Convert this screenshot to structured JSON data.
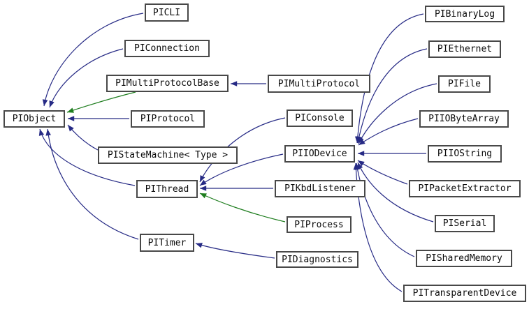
{
  "diagram": {
    "kind": "class-inheritance-graph",
    "colors": {
      "public_inheritance": "#262a85",
      "protected_inheritance": "#1e7d1e",
      "node_border": "#484848",
      "node_background": "#ffffff",
      "text": "#0a0a0a"
    }
  },
  "nodes": [
    {
      "id": "PIObject",
      "label": "PIObject"
    },
    {
      "id": "PICLI",
      "label": "PICLI"
    },
    {
      "id": "PIConnection",
      "label": "PIConnection"
    },
    {
      "id": "PIMultiProtocolBase",
      "label": "PIMultiProtocolBase"
    },
    {
      "id": "PIProtocol",
      "label": "PIProtocol"
    },
    {
      "id": "PIStateMachine",
      "label": "PIStateMachine< Type >"
    },
    {
      "id": "PIThread",
      "label": "PIThread"
    },
    {
      "id": "PITimer",
      "label": "PITimer"
    },
    {
      "id": "PIMultiProtocol",
      "label": "PIMultiProtocol"
    },
    {
      "id": "PIConsole",
      "label": "PIConsole"
    },
    {
      "id": "PIIODevice",
      "label": "PIIODevice"
    },
    {
      "id": "PIKbdListener",
      "label": "PIKbdListener"
    },
    {
      "id": "PIProcess",
      "label": "PIProcess"
    },
    {
      "id": "PIDiagnostics",
      "label": "PIDiagnostics"
    },
    {
      "id": "PIBinaryLog",
      "label": "PIBinaryLog"
    },
    {
      "id": "PIEthernet",
      "label": "PIEthernet"
    },
    {
      "id": "PIFile",
      "label": "PIFile"
    },
    {
      "id": "PIIOByteArray",
      "label": "PIIOByteArray"
    },
    {
      "id": "PIIOString",
      "label": "PIIOString"
    },
    {
      "id": "PIPacketExtractor",
      "label": "PIPacketExtractor"
    },
    {
      "id": "PISerial",
      "label": "PISerial"
    },
    {
      "id": "PISharedMemory",
      "label": "PISharedMemory"
    },
    {
      "id": "PITransparentDevice",
      "label": "PITransparentDevice"
    }
  ],
  "edges": [
    {
      "from": "PICLI",
      "to": "PIObject",
      "type": "public"
    },
    {
      "from": "PIConnection",
      "to": "PIObject",
      "type": "public"
    },
    {
      "from": "PIMultiProtocolBase",
      "to": "PIObject",
      "type": "protected"
    },
    {
      "from": "PIProtocol",
      "to": "PIObject",
      "type": "public"
    },
    {
      "from": "PIStateMachine",
      "to": "PIObject",
      "type": "public"
    },
    {
      "from": "PIThread",
      "to": "PIObject",
      "type": "public"
    },
    {
      "from": "PITimer",
      "to": "PIObject",
      "type": "public"
    },
    {
      "from": "PIMultiProtocol",
      "to": "PIMultiProtocolBase",
      "type": "public"
    },
    {
      "from": "PIConsole",
      "to": "PIThread",
      "type": "public"
    },
    {
      "from": "PIIODevice",
      "to": "PIThread",
      "type": "public"
    },
    {
      "from": "PIKbdListener",
      "to": "PIThread",
      "type": "public"
    },
    {
      "from": "PIProcess",
      "to": "PIThread",
      "type": "protected"
    },
    {
      "from": "PIDiagnostics",
      "to": "PITimer",
      "type": "public"
    },
    {
      "from": "PIBinaryLog",
      "to": "PIIODevice",
      "type": "public"
    },
    {
      "from": "PIEthernet",
      "to": "PIIODevice",
      "type": "public"
    },
    {
      "from": "PIFile",
      "to": "PIIODevice",
      "type": "public"
    },
    {
      "from": "PIIOByteArray",
      "to": "PIIODevice",
      "type": "public"
    },
    {
      "from": "PIIOString",
      "to": "PIIODevice",
      "type": "public"
    },
    {
      "from": "PIPacketExtractor",
      "to": "PIIODevice",
      "type": "public"
    },
    {
      "from": "PISerial",
      "to": "PIIODevice",
      "type": "public"
    },
    {
      "from": "PISharedMemory",
      "to": "PIIODevice",
      "type": "public"
    },
    {
      "from": "PITransparentDevice",
      "to": "PIIODevice",
      "type": "public"
    }
  ]
}
